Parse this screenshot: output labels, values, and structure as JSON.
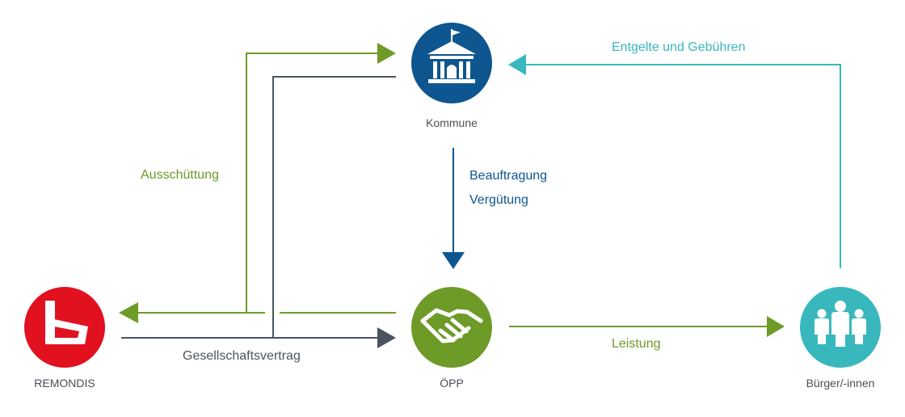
{
  "colors": {
    "green": "#6e9a28",
    "dark": "#4b545e",
    "navy": "#0d5690",
    "teal": "#38b8bd",
    "red": "#e2111f",
    "text_grey": "#4a4f55"
  },
  "nodes": {
    "kommune": {
      "label": "Kommune",
      "icon": "town-hall-icon"
    },
    "remondis": {
      "label": "REMONDIS",
      "icon": "factory-chair-icon"
    },
    "oepp": {
      "label": "ÖPP",
      "icon": "handshake-icon"
    },
    "buerger": {
      "label": "Bürger/-innen",
      "icon": "people-icon"
    }
  },
  "flows": {
    "entgelte": "Entgelte und Gebühren",
    "ausschuettung": "Ausschüttung",
    "beauftragung": "Beauftragung",
    "verguetung": "Vergütung",
    "gesellschaftsvertrag": "Gesellschaftsvertrag",
    "leistung": "Leistung"
  }
}
